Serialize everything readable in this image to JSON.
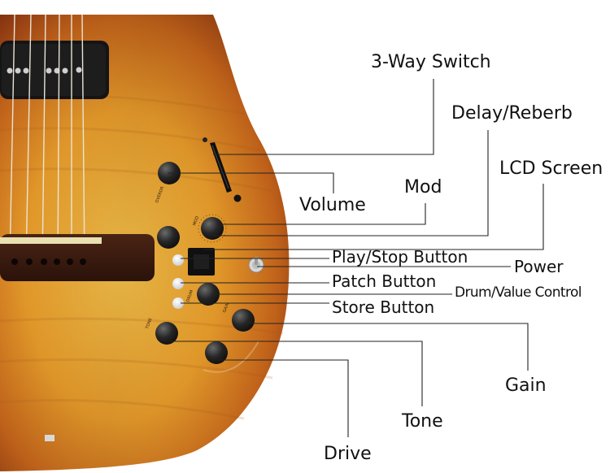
{
  "labels": {
    "three_way_switch": "3-Way Switch",
    "delay_reverb": "Delay/Reberb",
    "lcd_screen": "LCD Screen",
    "mod": "Mod",
    "volume": "Volume",
    "play_stop_button": "Play/Stop Button",
    "power": "Power",
    "patch_button": "Patch Button",
    "drum_value_control": "Drum/Value Control",
    "store_button": "Store Button",
    "gain": "Gain",
    "tone": "Tone",
    "drive": "Drive"
  },
  "colors": {
    "background": "#ffffff",
    "sunburst_center": "#f0b53a",
    "sunburst_edge": "#7a2e10",
    "fingerboard": "#2a1a10",
    "leader_line": "#222222"
  }
}
